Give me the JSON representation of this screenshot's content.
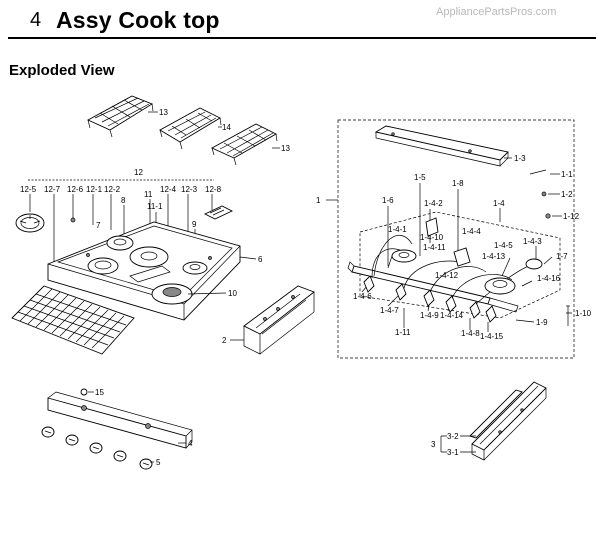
{
  "header": {
    "number": "4",
    "title": "Assy Cook top",
    "watermark": "AppliancePartsPros.com"
  },
  "section": {
    "title": "Exploded View"
  },
  "labels": {
    "l13a": "13",
    "l14": "14",
    "l13b": "13",
    "l12": "12",
    "l12_5": "12-5",
    "l12_7": "12-7",
    "l12_6": "12-6",
    "l12_1": "12-1",
    "l12_2": "12-2",
    "l12_4": "12-4",
    "l12_3": "12-3",
    "l12_8": "12-8",
    "l7": "7",
    "l8": "8",
    "l11": "11",
    "l11_1": "11-1",
    "l9": "9",
    "l6": "6",
    "l10": "10",
    "l2": "2",
    "l1": "1",
    "l1_3": "1-3",
    "l1_1": "1-1",
    "l1_2": "1-2",
    "l1_12": "1-12",
    "l1_5": "1-5",
    "l1_8": "1-8",
    "l1_6": "1-6",
    "l1_4": "1-4",
    "l1_4_2": "1-4-2",
    "l1_4_1": "1-4-1",
    "l1_4_10": "1-4-10",
    "l1_4_11": "1-4-11",
    "l1_4_4": "1-4-4",
    "l1_4_5": "1-4-5",
    "l1_4_3": "1-4-3",
    "l1_7": "1-7",
    "l1_4_13": "1-4-13",
    "l1_4_16": "1-4-16",
    "l1_4_12": "1-4-12",
    "l1_4_6": "1-4-6",
    "l1_4_7": "1-4-7",
    "l1_4_9": "1-4-9",
    "l1_4_14": "1-4-14",
    "l1_4_8": "1-4-8",
    "l1_4_15": "1-4-15",
    "l1_11": "1-11",
    "l1_9": "1-9",
    "l1_10": "1-10",
    "l15": "15",
    "l4": "4",
    "l5": "5",
    "l3": "3",
    "l3_2": "3-2",
    "l3_1": "3-1"
  }
}
